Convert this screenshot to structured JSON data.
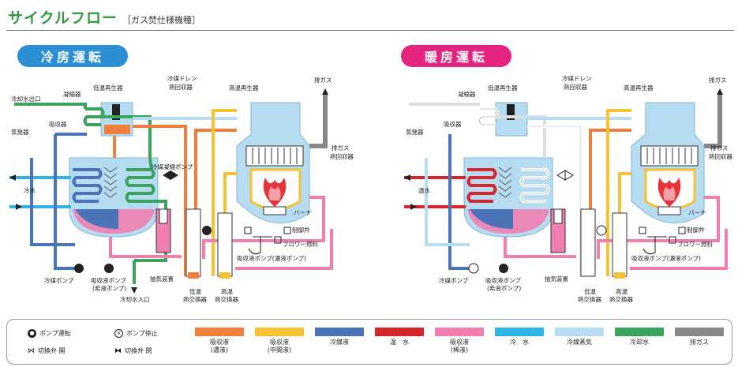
{
  "header": {
    "title": "サイクルフロー",
    "subtitle": "［ガス焚仕様機種］"
  },
  "modes": {
    "cooling": "冷房運転",
    "heating": "暖房運転"
  },
  "cooling_labels": {
    "cooling_water_out": "冷却水出口",
    "condenser": "凝縮器",
    "low_temp_regen": "低温再生器",
    "drain_heat": "冷媒ドレン\n熱回収器",
    "high_temp_regen": "高温再生器",
    "exhaust": "排ガス",
    "absorber": "吸収器",
    "evaporator": "蒸発器",
    "exhaust_heat_recovery": "排ガス\n熱回収器",
    "cold_water": "冷水",
    "refrigerant_pump_small": "冷媒凝縮ポンプ",
    "burner": "バーナ",
    "control_valve": "制御弁",
    "blower": "ブロワー燃料",
    "absorbent_pump": "吸収液ポンプ(濃液ポンプ)",
    "refrigerant_pump": "冷媒ポンプ",
    "absorbent_pump_dilute": "吸収液ポンプ\n(希液ポンプ)",
    "cooling_water_in": "冷却水入口",
    "extraction": "抽気装置",
    "low_temp_hx": "低温\n熱交換器",
    "high_temp_hx": "高温\n熱交換器"
  },
  "heating_labels": {
    "condenser": "凝縮器",
    "low_temp_regen": "低温再生器",
    "drain_heat": "冷媒ドレン\n熱回収器",
    "high_temp_regen": "高温再生器",
    "exhaust": "排ガス",
    "absorber": "吸収器",
    "evaporator": "蒸発器",
    "exhaust_heat_recovery": "排ガス\n熱回収器",
    "hot_water": "温水",
    "burner": "バーナ",
    "control_valve": "制御弁",
    "blower": "ブロワー燃料",
    "absorbent_pump": "吸収液ポンプ(濃液ポンプ)",
    "refrigerant_pump": "冷媒ポンプ",
    "absorbent_pump_dilute": "吸収液ポンプ\n(希液ポンプ)",
    "extraction": "抽気装置",
    "low_temp_hx": "低温\n熱交換器",
    "high_temp_hx": "高温\n熱交換器"
  },
  "legend": {
    "pump_run": "ポンプ運転",
    "pump_stop": "ポンプ停止",
    "valve_open": "切換弁 開",
    "valve_closed": "切換弁 閉",
    "items": [
      {
        "label": "吸収液\n(濃液)",
        "color": "#f07f3c"
      },
      {
        "label": "吸収液\n(中間液)",
        "color": "#f5c233"
      },
      {
        "label": "冷媒液",
        "color": "#4a73b8"
      },
      {
        "label": "温　水",
        "color": "#d6262b"
      },
      {
        "label": "吸収液\n(稀液)",
        "color": "#f07fb0"
      },
      {
        "label": "冷　水",
        "color": "#2fb3e6"
      },
      {
        "label": "冷媒蒸気",
        "color": "#b6dcf2"
      },
      {
        "label": "冷却水",
        "color": "#3ba35b"
      },
      {
        "label": "排ガス",
        "color": "#888888"
      }
    ]
  },
  "colors": {
    "concentrated": "#f07f3c",
    "intermediate": "#f5c233",
    "refrigerant_liquid": "#4a73b8",
    "hot_water": "#d6262b",
    "dilute": "#f07fb0",
    "cold_water": "#2fb3e6",
    "vapor": "#b6dcf2",
    "cooling_water": "#3ba35b",
    "exhaust": "#888888",
    "title_green": "#2e9b3f",
    "cool_pill": "#2c8fd6",
    "heat_pill": "#e6237f"
  }
}
